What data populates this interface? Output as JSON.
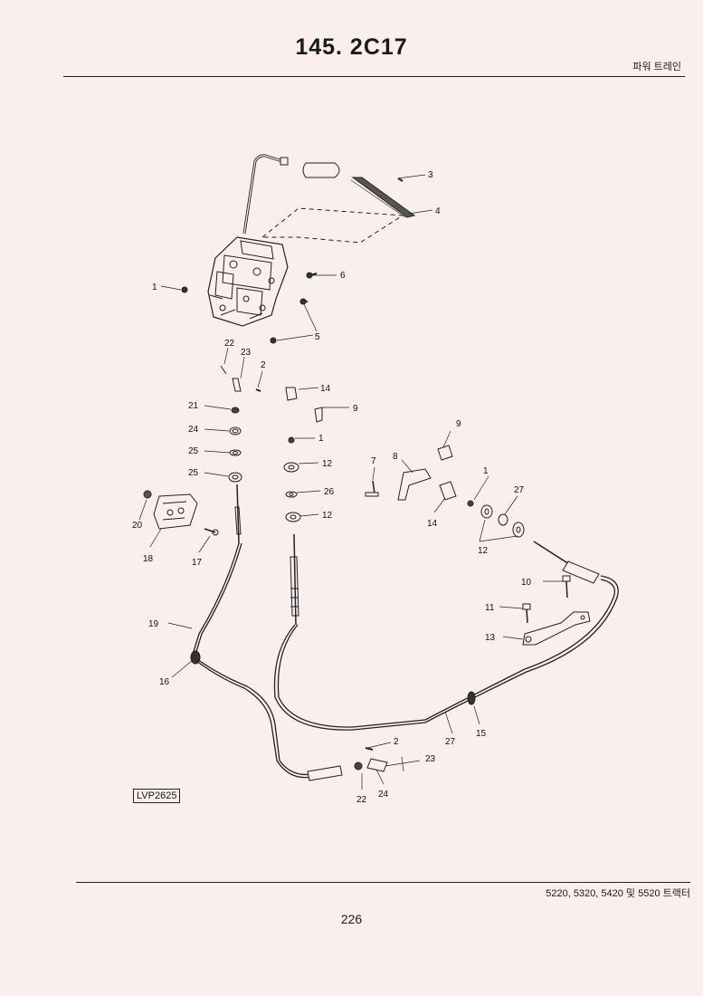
{
  "header": {
    "title": "145. 2C17",
    "section": "파워 트레인"
  },
  "diagram": {
    "reference_code": "LVP2625",
    "callouts": [
      "1",
      "1",
      "1",
      "1",
      "2",
      "2",
      "3",
      "4",
      "5",
      "6",
      "7",
      "8",
      "9",
      "9",
      "10",
      "11",
      "12",
      "12",
      "12",
      "13",
      "14",
      "14",
      "15",
      "16",
      "17",
      "18",
      "19",
      "20",
      "21",
      "22",
      "22",
      "23",
      "23",
      "24",
      "24",
      "25",
      "25",
      "26",
      "27",
      "27"
    ]
  },
  "footer": {
    "models": "5220, 5320, 5420 및 5520 트랙터",
    "page_number": "226"
  }
}
